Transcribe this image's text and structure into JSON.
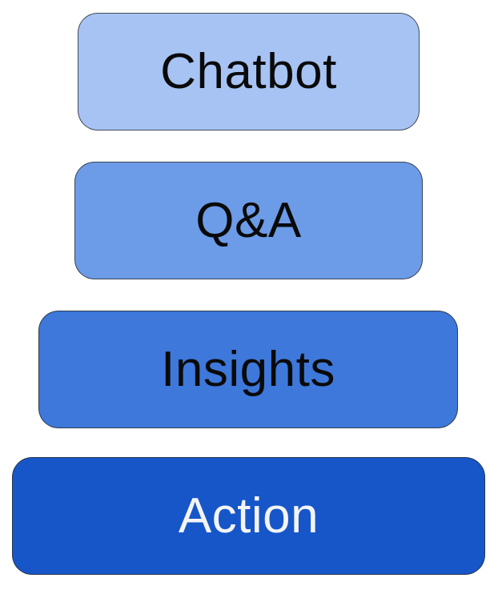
{
  "diagram": {
    "title": "ai-capability-stack",
    "background_color": "#ffffff",
    "border_color": "#2d2d2d",
    "levels": [
      {
        "label": "Chatbot",
        "fill": "#A6C3F3",
        "text_color": "#0a0a0a"
      },
      {
        "label": "Q&A",
        "fill": "#6C9BE8",
        "text_color": "#0a0a0a"
      },
      {
        "label": "Insights",
        "fill": "#3D78DA",
        "text_color": "#0a0a0a"
      },
      {
        "label": "Action",
        "fill": "#1656C9",
        "text_color": "#F4F4F5"
      }
    ]
  }
}
